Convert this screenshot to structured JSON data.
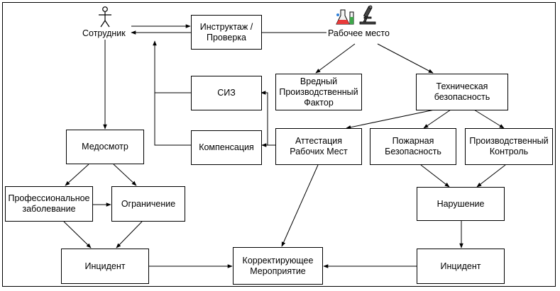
{
  "nodes": {
    "employee": "Сотрудник",
    "workplace": "Рабочее место",
    "briefing": "Инструктаж /\nПроверка",
    "ppe": "СИЗ",
    "compensation": "Компенсация",
    "harmful_factor": "Вредный\nПроизводственный\nФактор",
    "tech_safety": "Техническая\nбезопасность",
    "attestation": "Аттестация\nРабочих Мест",
    "fire_safety": "Пожарная\nБезопасность",
    "production_control": "Производственный\nКонтроль",
    "medical": "Медосмотр",
    "occupational_disease": "Профессиональное\nзаболевание",
    "restriction": "Ограничение",
    "violation": "Нарушение",
    "incident_left": "Инцидент",
    "corrective": "Корректирующее\nМероприятие",
    "incident_right": "Инцидент"
  },
  "icons": [
    "person-icon",
    "lab-flask-icon",
    "microscope-icon"
  ]
}
